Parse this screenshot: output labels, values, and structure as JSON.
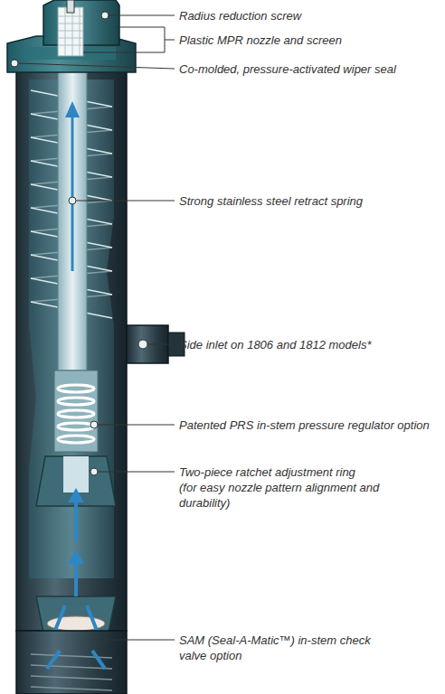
{
  "diagram": {
    "labels": [
      "Radius reduction screw",
      "Plastic MPR nozzle and screen",
      "Co-molded, pressure-activated wiper seal",
      "Strong stainless steel retract spring",
      "Side inlet on 1806 and 1812 models*",
      "Patented PRS in-stem pressure regulator option",
      "Two-piece ratchet adjustment ring",
      "(for easy nozzle pattern alignment and durability)",
      "SAM (Seal-A-Matic™) in-stem check valve option"
    ]
  }
}
